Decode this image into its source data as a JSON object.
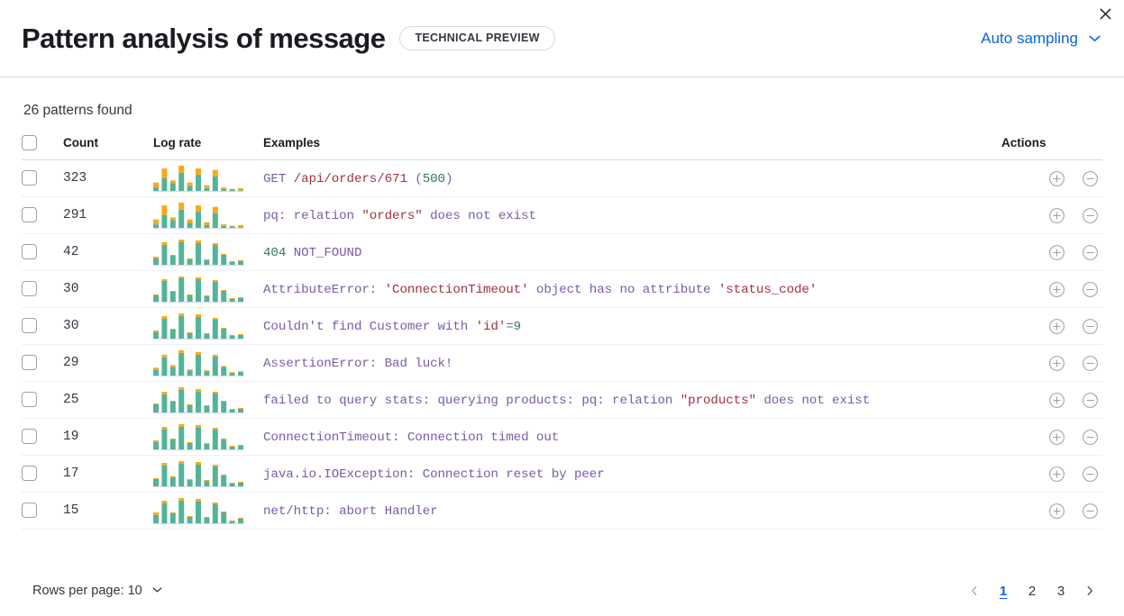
{
  "header": {
    "title": "Pattern analysis of message",
    "badge": "TECHNICAL PREVIEW",
    "sampling_label": "Auto sampling",
    "chevron_icon": "chevron-down-icon",
    "close_icon": "close-icon"
  },
  "summary": {
    "patterns_found": "26 patterns found"
  },
  "table": {
    "columns": {
      "select": "",
      "count": "Count",
      "log_rate": "Log rate",
      "examples": "Examples",
      "actions": "Actions"
    },
    "rows": [
      {
        "count": "323",
        "example": "GET /api/orders/671 (500)",
        "tokens": [
          {
            "t": "GET ",
            "c": "tok-base"
          },
          {
            "t": "/api/orders/671",
            "c": "tok-str"
          },
          {
            "t": " (",
            "c": "tok-base"
          },
          {
            "t": "500",
            "c": "tok-num"
          },
          {
            "t": ")",
            "c": "tok-base"
          }
        ],
        "sparkline": {
          "teal": [
            5,
            18,
            11,
            26,
            7,
            23,
            4,
            21,
            3,
            2,
            1
          ],
          "orange": [
            7,
            14,
            4,
            10,
            5,
            9,
            4,
            9,
            2,
            1,
            3
          ]
        }
      },
      {
        "count": "291",
        "example": "pq: relation \"orders\" does not exist",
        "tokens": [
          {
            "t": "pq: relation ",
            "c": "tok-base"
          },
          {
            "t": "\"orders\"",
            "c": "tok-str"
          },
          {
            "t": " does not exist",
            "c": "tok-base"
          }
        ],
        "sparkline": {
          "teal": [
            5,
            18,
            11,
            26,
            7,
            23,
            4,
            21,
            3,
            2,
            1
          ],
          "orange": [
            7,
            14,
            4,
            10,
            5,
            9,
            4,
            9,
            2,
            1,
            3
          ]
        }
      },
      {
        "count": "42",
        "example": "404 NOT_FOUND",
        "tokens": [
          {
            "t": "404",
            "c": "tok-num"
          },
          {
            "t": " NOT_FOUND",
            "c": "tok-base"
          }
        ],
        "sparkline": {
          "teal": [
            7,
            22,
            10,
            25,
            6,
            24,
            5,
            22,
            11,
            3,
            4
          ],
          "orange": [
            2,
            3,
            1,
            3,
            1,
            3,
            1,
            2,
            1,
            1,
            1
          ]
        }
      },
      {
        "count": "30",
        "example": "AttributeError: 'ConnectionTimeout' object has no attribute 'status_code'",
        "tokens": [
          {
            "t": "AttributeError: ",
            "c": "tok-base"
          },
          {
            "t": "'ConnectionTimeout'",
            "c": "tok-str"
          },
          {
            "t": " object has no attribute ",
            "c": "tok-base"
          },
          {
            "t": "'status_code'",
            "c": "tok-str"
          }
        ],
        "sparkline": {
          "teal": [
            7,
            23,
            11,
            26,
            7,
            25,
            6,
            22,
            12,
            3,
            4
          ],
          "orange": [
            1,
            2,
            1,
            2,
            1,
            2,
            1,
            2,
            1,
            1,
            1
          ]
        }
      },
      {
        "count": "30",
        "example": "Couldn't find Customer with 'id'=9",
        "tokens": [
          {
            "t": "Couldn't find Customer with ",
            "c": "tok-base"
          },
          {
            "t": "'id'",
            "c": "tok-str"
          },
          {
            "t": "=",
            "c": "tok-base"
          },
          {
            "t": "9",
            "c": "tok-num"
          }
        ],
        "sparkline": {
          "teal": [
            7,
            22,
            10,
            25,
            6,
            24,
            5,
            21,
            11,
            3,
            4
          ],
          "orange": [
            2,
            3,
            1,
            3,
            1,
            3,
            1,
            2,
            1,
            1,
            1
          ]
        }
      },
      {
        "count": "29",
        "example": "AssertionError: Bad luck!",
        "tokens": [
          {
            "t": "AssertionError: Bad luck!",
            "c": "tok-base"
          }
        ],
        "sparkline": {
          "teal": [
            7,
            21,
            10,
            26,
            6,
            24,
            5,
            22,
            10,
            3,
            4
          ],
          "orange": [
            2,
            3,
            2,
            3,
            1,
            3,
            1,
            2,
            1,
            1,
            1
          ]
        }
      },
      {
        "count": "25",
        "example": "failed to query stats: querying products: pq: relation \"products\" does not exist",
        "tokens": [
          {
            "t": "failed to query stats: querying products: pq: relation ",
            "c": "tok-base"
          },
          {
            "t": "\"products\"",
            "c": "tok-str"
          },
          {
            "t": " does not exist",
            "c": "tok-base"
          }
        ],
        "sparkline": {
          "teal": [
            9,
            20,
            12,
            25,
            8,
            23,
            7,
            21,
            12,
            3,
            4
          ],
          "orange": [
            1,
            3,
            1,
            3,
            1,
            3,
            1,
            2,
            1,
            1,
            1
          ]
        }
      },
      {
        "count": "19",
        "example": "ConnectionTimeout: Connection timed out",
        "tokens": [
          {
            "t": "ConnectionTimeout: Connection timed out",
            "c": "tok-base"
          }
        ],
        "sparkline": {
          "teal": [
            8,
            22,
            11,
            25,
            7,
            24,
            6,
            22,
            11,
            3,
            4
          ],
          "orange": [
            2,
            3,
            1,
            3,
            1,
            3,
            1,
            2,
            1,
            1,
            1
          ]
        }
      },
      {
        "count": "17",
        "example": "java.io.IOException: Connection reset by peer",
        "tokens": [
          {
            "t": "java.io.IOException: Connection reset by peer",
            "c": "tok-base"
          }
        ],
        "sparkline": {
          "teal": [
            8,
            23,
            10,
            25,
            7,
            24,
            6,
            22,
            12,
            3,
            4
          ],
          "orange": [
            1,
            3,
            1,
            3,
            1,
            3,
            1,
            2,
            1,
            1,
            1
          ]
        }
      },
      {
        "count": "15",
        "example": "net/http: abort Handler",
        "tokens": [
          {
            "t": "net/http: abort Handler",
            "c": "tok-base"
          }
        ],
        "sparkline": {
          "teal": [
            9,
            22,
            11,
            25,
            7,
            24,
            6,
            21,
            12,
            2,
            5
          ],
          "orange": [
            3,
            3,
            1,
            3,
            1,
            3,
            1,
            2,
            1,
            1,
            1
          ]
        }
      }
    ],
    "action_icons": {
      "filter_for": "plus-in-circle-icon",
      "filter_out": "minus-in-circle-icon"
    }
  },
  "footer": {
    "rows_per_page": "Rows per page: 10",
    "rows_chevron_icon": "chevron-down-icon",
    "prev_icon": "chevron-left-icon",
    "next_icon": "chevron-right-icon",
    "pages": [
      "1",
      "2",
      "3"
    ],
    "active_page": "1"
  },
  "colors": {
    "accent_blue": "#0b64dd",
    "spark_teal": "#54B399",
    "spark_orange": "#FBA919",
    "border": "#D3DAE6",
    "token_base": "#7B5BA8",
    "token_string": "#A4303F",
    "token_number": "#2F7A63"
  }
}
